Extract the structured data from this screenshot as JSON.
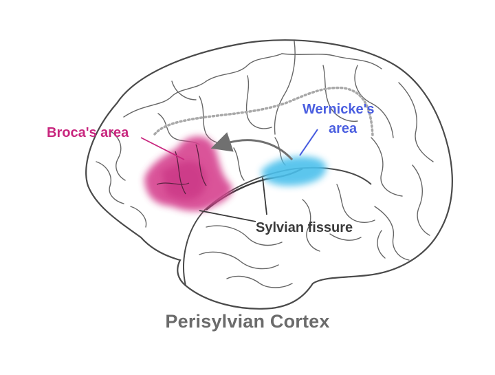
{
  "labels": {
    "broca": "Broca's area",
    "wernicke_line1": "Wernicke's",
    "wernicke_line2": "area",
    "sylvian": "Sylvian fissure",
    "caption": "Perisylvian Cortex"
  },
  "colors": {
    "broca": "#c8267e",
    "broca_fill": "#d6438f",
    "wernicke": "#4a5ee0",
    "wernicke_fill": "#4cc0ec",
    "outline": "#505050",
    "sylvian_text": "#3a3a3a",
    "caption": "#6b6b6b",
    "dotted_path": "#a8a8a8",
    "arrow": "#707070"
  }
}
